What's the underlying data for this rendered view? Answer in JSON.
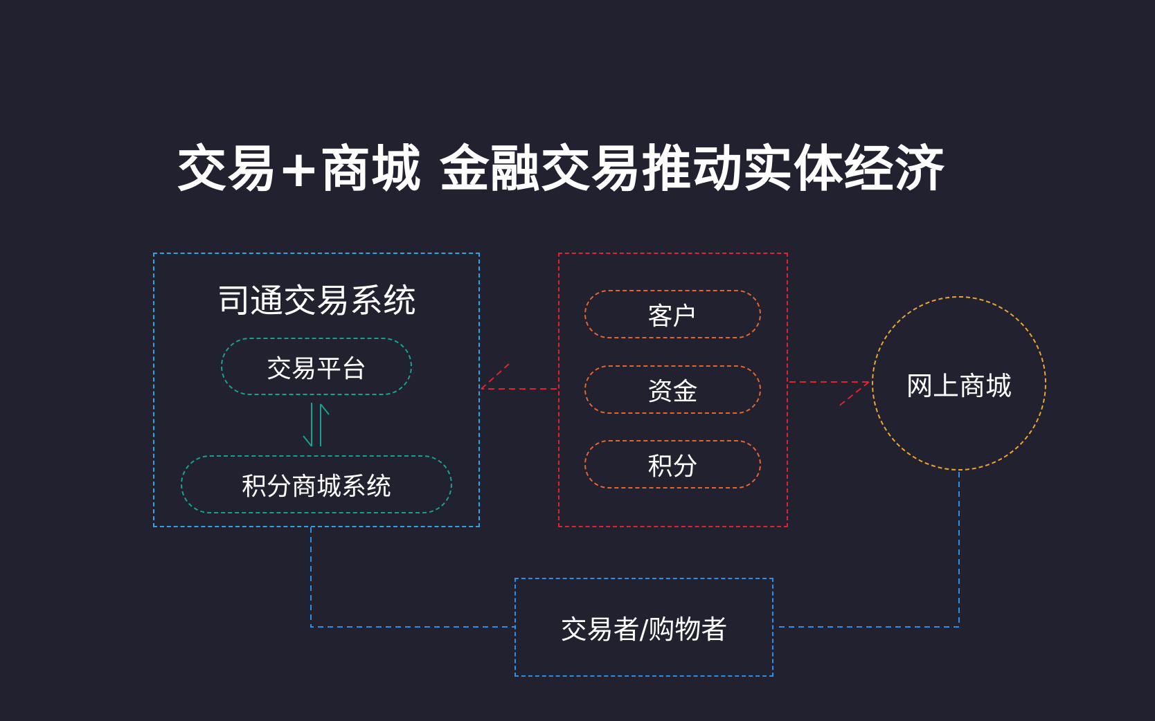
{
  "title": "交易+商城 金融交易推动实体经济",
  "system_box": {
    "title": "司通交易系统",
    "platform": "交易平台",
    "points_mall": "积分商城系统"
  },
  "resources_box": {
    "items": [
      "客户",
      "资金",
      "积分"
    ]
  },
  "online_mall": "网上商城",
  "trader": "交易者/购物者",
  "colors": {
    "background": "#212130",
    "system_border": "#2aa5e6",
    "teal": "#17a28f",
    "resources_border": "#e2232f",
    "orange": "#e8642b",
    "mall_border": "#f0a52a",
    "connector_blue": "#2a8fe6"
  }
}
